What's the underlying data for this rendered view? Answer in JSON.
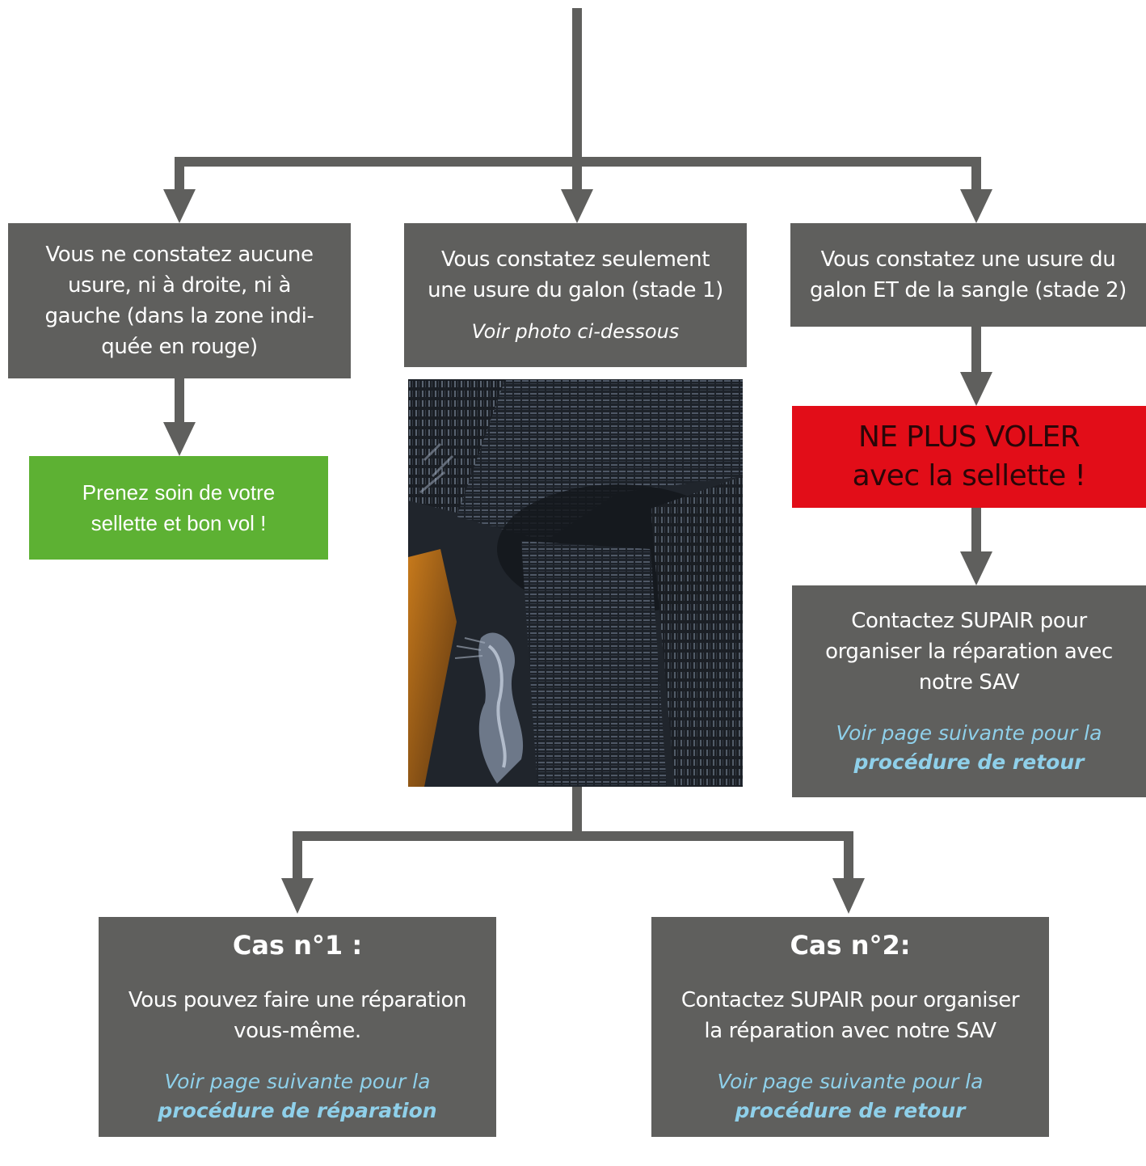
{
  "flow": {
    "no_wear": {
      "text": "Vous ne constatez aucune\nusure, ni à droite, ni à\ngauche (dans la zone indi-\nquée en rouge)"
    },
    "good_flight": {
      "text": "Prenez soin de votre\nsellette et bon vol !"
    },
    "stage1": {
      "text": "Vous constatez seulement\nune usure du galon (stade 1)",
      "note": "Voir photo ci-dessous"
    },
    "stage2": {
      "text": "Vous constatez une usure du\ngalon ET de la sangle (stade 2)"
    },
    "stop_flying": {
      "text": "NE PLUS VOLER\navec la sellette !"
    },
    "contact_stage2": {
      "text": "Contactez SUPAIR pour\norganiser la réparation avec\nnotre SAV",
      "link_prefix": "Voir page suivante pour la",
      "link_bold": "procédure de retour"
    },
    "case1": {
      "title": "Cas n°1 :",
      "text": "Vous pouvez faire une réparation\nvous-même.",
      "link_prefix": "Voir page suivante pour la",
      "link_bold": "procédure de réparation"
    },
    "case2": {
      "title": "Cas n°2:",
      "text": "Contactez SUPAIR pour organiser\nla réparation avec notre SAV",
      "link_prefix": "Voir page suivante pour la",
      "link_bold": "procédure de retour"
    }
  },
  "colors": {
    "box_gray": "#5f5f5d",
    "connector": "#5f5f5d",
    "ok_green": "#5db133",
    "danger_red": "#e20d18",
    "link_blue": "#8fd0ea"
  },
  "photo": {
    "icon": "worn-webbing-photo"
  }
}
